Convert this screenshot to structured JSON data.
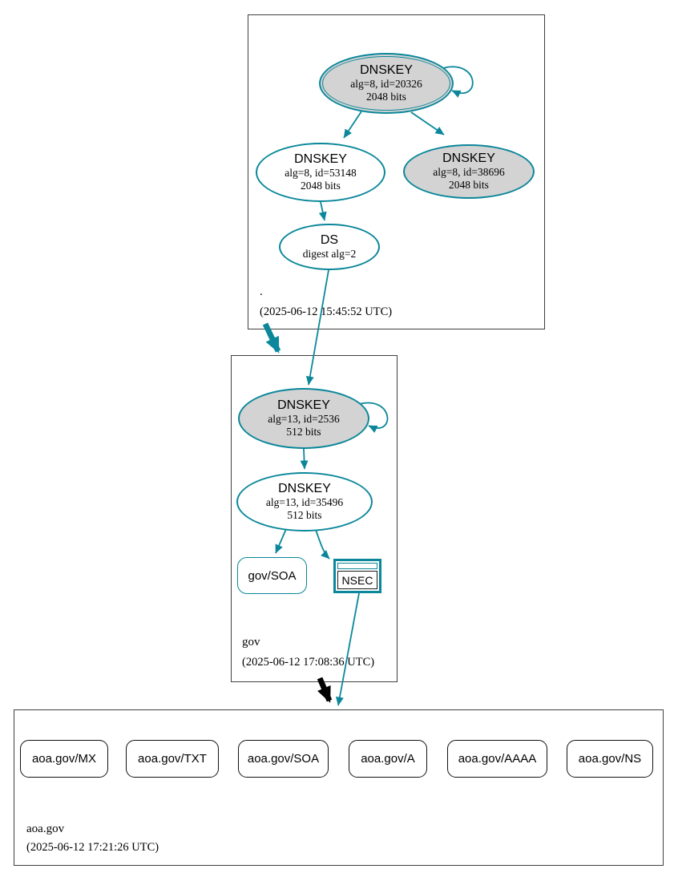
{
  "zones": {
    "root": {
      "label": ".",
      "timestamp": "(2025-06-12 15:45:52 UTC)",
      "ksk": {
        "title": "DNSKEY",
        "alg": "alg=8, id=20326",
        "bits": "2048 bits"
      },
      "zsk": {
        "title": "DNSKEY",
        "alg": "alg=8, id=53148",
        "bits": "2048 bits"
      },
      "key2": {
        "title": "DNSKEY",
        "alg": "alg=8, id=38696",
        "bits": "2048 bits"
      },
      "ds": {
        "title": "DS",
        "alg": "digest alg=2"
      }
    },
    "gov": {
      "label": "gov",
      "timestamp": "(2025-06-12 17:08:36 UTC)",
      "ksk": {
        "title": "DNSKEY",
        "alg": "alg=13, id=2536",
        "bits": "512 bits"
      },
      "zsk": {
        "title": "DNSKEY",
        "alg": "alg=13, id=35496",
        "bits": "512 bits"
      },
      "soa": {
        "label": "gov/SOA"
      },
      "nsec": {
        "label": "NSEC"
      }
    },
    "aoa": {
      "label": "aoa.gov",
      "timestamp": "(2025-06-12 17:21:26 UTC)",
      "rrsets": [
        "aoa.gov/MX",
        "aoa.gov/TXT",
        "aoa.gov/SOA",
        "aoa.gov/A",
        "aoa.gov/AAAA",
        "aoa.gov/NS"
      ]
    }
  },
  "colors": {
    "secure": "#0a879a",
    "insecure": "#000000",
    "ksk_fill": "#d3d3d3",
    "zone_border": "#3f3f3f"
  }
}
